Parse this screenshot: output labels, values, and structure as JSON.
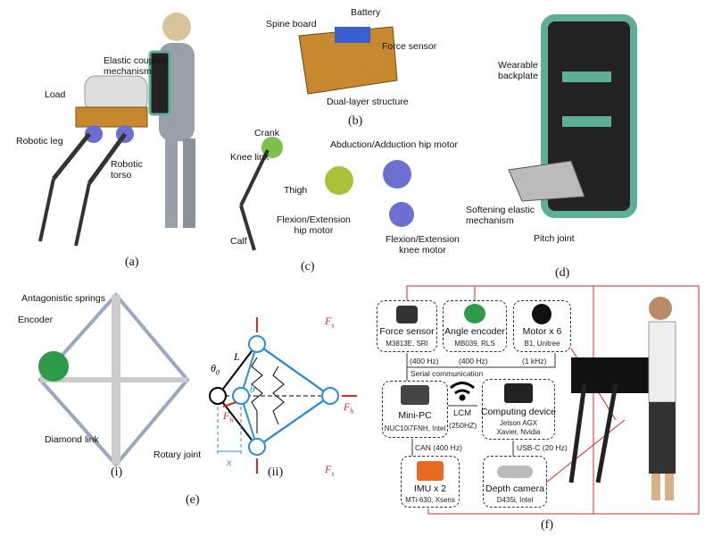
{
  "panel_a": {
    "caption": "(a)",
    "labels": {
      "elastic": "Elastic coupling\nmechanism",
      "elastic1": "Elastic coupling",
      "elastic2": "mechanism",
      "load": "Load",
      "leg": "Robotic leg",
      "torso1": "Robotic",
      "torso2": "torso"
    }
  },
  "panel_b": {
    "caption": "(b)",
    "labels": {
      "battery": "Battery",
      "spine": "Spine board",
      "force": "Force sensor",
      "dual": "Dual-layer structure"
    }
  },
  "panel_c": {
    "caption": "(c)",
    "labels": {
      "crank": "Crank",
      "knee_link": "Knee link",
      "thigh": "Thigh",
      "calf": "Calf",
      "abd": "Abduction/Adduction hip motor",
      "flex_hip1": "Flexion/Extension",
      "flex_hip2": "hip motor",
      "flex_knee1": "Flexion/Extension",
      "flex_knee2": "knee motor"
    }
  },
  "panel_d": {
    "caption": "(d)",
    "labels": {
      "wear1": "Wearable",
      "wear2": "backplate",
      "soft1": "Softening elastic",
      "soft2": "mechanism",
      "pitch": "Pitch joint"
    }
  },
  "panel_e": {
    "caption": "(e)",
    "sub_i": "(i)",
    "sub_ii": "(ii)",
    "labels": {
      "springs": "Antagonistic springs",
      "encoder": "Encoder",
      "diamond": "Diamond link",
      "rotary": "Rotary joint"
    },
    "math": {
      "theta0": "θ",
      "theta0_sub": "0",
      "L": "L",
      "theta": "θ",
      "Fh": "F",
      "Fh_sub": "h",
      "Fs": "F",
      "Fs_sub": "s",
      "x": "x"
    }
  },
  "panel_f": {
    "caption": "(f)",
    "force_sensor": {
      "title": "Force sensor",
      "sub": "M3813E, SRI",
      "rate": "(400 Hz)"
    },
    "angle_encoder": {
      "title": "Angle encoder",
      "sub": "MB039, RLS",
      "rate": "(400 Hz)"
    },
    "motor": {
      "title": "Motor x 6",
      "sub": "B1, Unitree",
      "rate": "(1 kHz)"
    },
    "serial": "Serial communication",
    "mini_pc": {
      "title": "Mini-PC",
      "sub": "NUC10i7FNH, Intel"
    },
    "lcm": "LCM",
    "lcm_rate": "(250HZ)",
    "computing": {
      "title": "Computing device",
      "sub1": "Jetson AGX",
      "sub2": "Xavier, Nvidia"
    },
    "can": "CAN (400 Hz)",
    "usb": "USB-C (20 Hz)",
    "imu": {
      "title": "IMU x 2",
      "sub": "MTi-630, Xsens"
    },
    "depth": {
      "title": "Depth camera",
      "sub": "D435i, Intel"
    }
  },
  "colors": {
    "accent_red": "#d42a2a",
    "blue": "#2a8ee0",
    "teal": "#5fae98",
    "orange": "#c8892e"
  }
}
